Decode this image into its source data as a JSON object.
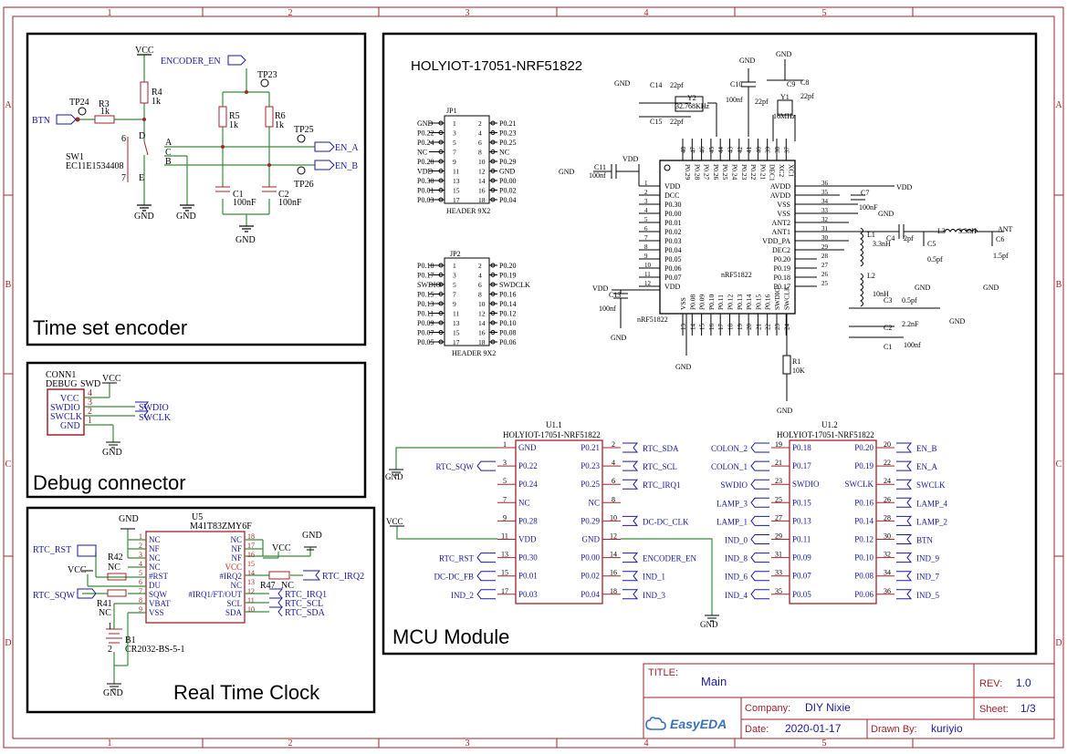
{
  "border": {
    "cols": [
      "1",
      "2",
      "3",
      "4",
      "5"
    ],
    "rows": [
      "A",
      "B",
      "C",
      "D"
    ]
  },
  "blocks": {
    "encoder": "Time set encoder",
    "debug": "Debug connector",
    "rtc": "Real Time Clock",
    "mcu": "MCU Module"
  },
  "encoder": {
    "vcc": "VCC",
    "encoder_en": "ENCODER_EN",
    "btn": "BTN",
    "tp24": "TP24",
    "tp23": "TP23",
    "tp25": "TP25",
    "tp26": "TP26",
    "r3": "R3",
    "r3v": "1k",
    "r4": "R4",
    "r4v": "1k",
    "r5": "R5",
    "r5v": "1k",
    "r6": "R6",
    "r6v": "1k",
    "sw1": "SW1",
    "sw1v": "EC11E1534408",
    "pin_a": "A",
    "pin_c": "C",
    "pin_b": "B",
    "pin_d": "D",
    "pin_e": "E",
    "n6": "6",
    "n7": "7",
    "c1": "C1",
    "c1v": "100nF",
    "c2": "C2",
    "c2v": "100nF",
    "en_a": "EN_A",
    "en_b": "EN_B",
    "gnd": "GND"
  },
  "debug": {
    "conn": "CONN1",
    "debug": "DEBUG",
    "swd": "SWD",
    "vcc": "VCC",
    "pins": [
      "VCC",
      "SWDIO",
      "SWCLK",
      "GND"
    ],
    "nums": [
      "4",
      "3",
      "2",
      "1"
    ],
    "swdio": "SWDIO",
    "swclk": "SWCLK",
    "gnd": "GND"
  },
  "rtc": {
    "u5": "U5",
    "part": "M41T83ZMY6F",
    "gnd": "GND",
    "vcc": "VCC",
    "left": [
      "NC",
      "NF",
      "NC",
      "NC",
      "#RST",
      "DU",
      "SQW",
      "VBAT",
      "VSS"
    ],
    "left_nums": [
      "1",
      "2",
      "3",
      "4",
      "5",
      "6",
      "7",
      "8",
      "9"
    ],
    "right": [
      "NC",
      "NF",
      "NF",
      "VCC",
      "#IRQ2",
      "NC",
      "#IRQ1/FT/OUT",
      "SCL",
      "SDA"
    ],
    "right_nums": [
      "18",
      "17",
      "16",
      "15",
      "14",
      "13",
      "12",
      "11",
      "10"
    ],
    "rtc_rst": "RTC_RST",
    "rtc_sqw": "RTC_SQW",
    "r42": "R42",
    "r42v": "NC",
    "r41": "R41",
    "r41v": "NC",
    "r47": "R47",
    "r47v": "NC",
    "rtc_irq2": "RTC_IRQ2",
    "rtc_irq1": "RTC_IRQ1",
    "rtc_scl": "RTC_SCL",
    "rtc_sda": "RTC_SDA",
    "b1": "B1",
    "b1v": "CR2032-BS-5-1",
    "b_plus": "1",
    "b_minus": "2"
  },
  "mcu": {
    "title": "HOLYIOT-17051-NRF51822",
    "chip": "nRF51822",
    "jp1": "JP1",
    "jp1_label": "HEADER 9X2",
    "jp1_left": [
      "GND",
      "P0.22",
      "P0.24",
      "NC",
      "P0.28",
      "VDD",
      "P0.30",
      "P0.01",
      "P0.03"
    ],
    "jp1_right": [
      "P0.21",
      "P0.23",
      "P0.25",
      "NC",
      "P0.29",
      "GND",
      "P0.00",
      "P0.02",
      "P0.04"
    ],
    "jp2": "JP2",
    "jp2_label": "HEADER 9X2",
    "jp2_left": [
      "P0.18",
      "P0.17",
      "SWDIO",
      "P0.15",
      "P0.13",
      "P0.11",
      "P0.09",
      "P0.07",
      "P0.05"
    ],
    "jp2_right": [
      "P0.20",
      "P0.19",
      "SWDCLK",
      "P0.16",
      "P0.14",
      "P0.12",
      "P0.10",
      "P0.08",
      "P0.06"
    ],
    "odd": [
      "1",
      "3",
      "5",
      "7",
      "9",
      "11",
      "13",
      "15",
      "17"
    ],
    "even": [
      "2",
      "4",
      "6",
      "8",
      "10",
      "12",
      "14",
      "16",
      "18"
    ],
    "ic_left_nums": [
      "1",
      "2",
      "3",
      "4",
      "5",
      "6",
      "7",
      "8",
      "9",
      "10",
      "11",
      "12"
    ],
    "ic_left": [
      "VDD",
      "DCC",
      "P0.30",
      "P0.00",
      "P0.01",
      "P0.02",
      "P0.03",
      "P0.04",
      "P0.05",
      "P0.06",
      "P0.07",
      "VDD"
    ],
    "ic_right_nums": [
      "36",
      "35",
      "34",
      "33",
      "32",
      "31",
      "30",
      "29",
      "28",
      "27",
      "26",
      "25"
    ],
    "ic_right": [
      "AVDD",
      "AVDD",
      "VSS",
      "VSS",
      "ANT2",
      "ANT1",
      "VDD_PA",
      "DEC2",
      "P0.20",
      "P0.19",
      "P0.18",
      "P0.17"
    ],
    "ic_top_nums": [
      "48",
      "47",
      "46",
      "45",
      "44",
      "43",
      "42",
      "41",
      "40",
      "39",
      "38",
      "37"
    ],
    "ic_top": [
      "P0.29",
      "P0.28",
      "P0.27",
      "P0.26",
      "P0.25",
      "P0.24",
      "P0.23",
      "P0.22",
      "P0.21",
      "DEC1",
      "XC2",
      "XC1"
    ],
    "ic_bot_nums": [
      "13",
      "14",
      "15",
      "16",
      "17",
      "18",
      "19",
      "20",
      "21",
      "22",
      "23",
      "24"
    ],
    "ic_bot": [
      "VSS",
      "P0.08",
      "P0.09",
      "P0.10",
      "P0.11",
      "P0.12",
      "P0.13",
      "P0.14",
      "P0.15",
      "P0.16",
      "SWDIO",
      "SWCLK"
    ],
    "c14": "C14",
    "c14v": "22pf",
    "c15": "C15",
    "c15v": "22pf",
    "y2": "Y2",
    "y2v": "32.768KHz",
    "c10": "C10",
    "c10v": "100nf",
    "c9": "C9",
    "c9v": "22pf",
    "c8": "C8",
    "c8v": "22pf",
    "y1": "Y1",
    "y1v": "16MHz",
    "c11": "C11",
    "c11v": "100nf",
    "c13": "C13",
    "c13v": "100nf",
    "c7": "C7",
    "c7v": "100nF",
    "l1": "L1",
    "l1v": "3.3nH",
    "l2": "L2",
    "l2v": "10nH",
    "l3": "L3",
    "l3v": "3.3nH",
    "c4": "C4",
    "c4v": "2pf",
    "c5": "C5",
    "c5v": "0.5pf",
    "c6": "C6",
    "c6v": "1.5pf",
    "c3": "C3",
    "c3v": "0.5pf",
    "c2": "C2",
    "c2v": "2.2nF",
    "c1": "C1",
    "c1v": "100nf",
    "r1": "R1",
    "r1v": "10K",
    "ant": "ANT",
    "gnd": "GND",
    "vdd": "VDD",
    "chip_label": "nRF51822",
    "u11": "U1.1",
    "u11_part": "HOLYIOT-17051-NRF51822",
    "u11_left_nums": [
      "1",
      "3",
      "5",
      "7",
      "9",
      "11",
      "13",
      "15",
      "17"
    ],
    "u11_left": [
      "GND",
      "P0.22",
      "P0.24",
      "NC",
      "P0.28",
      "VDD",
      "P0.30",
      "P0.01",
      "P0.03"
    ],
    "u11_right_nums": [
      "2",
      "4",
      "6",
      "8",
      "10",
      "12",
      "14",
      "16",
      "18"
    ],
    "u11_right": [
      "P0.21",
      "P0.23",
      "P0.25",
      "NC",
      "P0.29",
      "GND",
      "P0.00",
      "P0.02",
      "P0.04"
    ],
    "u11_nets_left": [
      "",
      "RTC_SQW",
      "",
      "",
      "",
      "",
      "RTC_RST",
      "DC-DC_FB",
      "IND_2"
    ],
    "u11_nets_right": [
      "RTC_SDA",
      "RTC_SCL",
      "RTC_IRQ1",
      "",
      "DC-DC_CLK",
      "",
      "ENCODER_EN",
      "IND_1",
      "IND_3"
    ],
    "u12": "U1.2",
    "u12_part": "HOLYIOT-17051-NRF51822",
    "u12_left_nums": [
      "19",
      "21",
      "23",
      "25",
      "27",
      "29",
      "31",
      "33",
      "35"
    ],
    "u12_left": [
      "P0.18",
      "P0.17",
      "SWDIO",
      "P0.15",
      "P0.13",
      "P0.11",
      "P0.09",
      "P0.07",
      "P0.05"
    ],
    "u12_right_nums": [
      "20",
      "22",
      "24",
      "26",
      "28",
      "30",
      "32",
      "34",
      "36"
    ],
    "u12_right": [
      "P0.20",
      "P0.19",
      "SWCLK",
      "P0.16",
      "P0.14",
      "P0.12",
      "P0.10",
      "P0.08",
      "P0.06"
    ],
    "u12_nets_left": [
      "COLON_2",
      "COLON_1",
      "SWDIO",
      "LAMP_3",
      "LAMP_1",
      "IND_0",
      "IND_8",
      "IND_6",
      "IND_4"
    ],
    "u12_nets_right": [
      "EN_B",
      "EN_A",
      "SWCLK",
      "LAMP_4",
      "LAMP_2",
      "BTN",
      "IND_9",
      "IND_7",
      "IND_5"
    ]
  },
  "titleblock": {
    "title_label": "TITLE:",
    "title": "Main",
    "rev_label": "REV:",
    "rev": "1.0",
    "company_label": "Company:",
    "company": "DIY Nixie",
    "sheet_label": "Sheet:",
    "sheet": "1/3",
    "date_label": "Date:",
    "date": "2020-01-17",
    "drawn_label": "Drawn By:",
    "drawn": "kuriyio",
    "logo": "EasyEDA"
  },
  "colors": {
    "frame": "#a0242a",
    "wire": "#3a8a3a",
    "net": "#1a1aa0",
    "part": "#a0242a",
    "black": "#000000"
  }
}
